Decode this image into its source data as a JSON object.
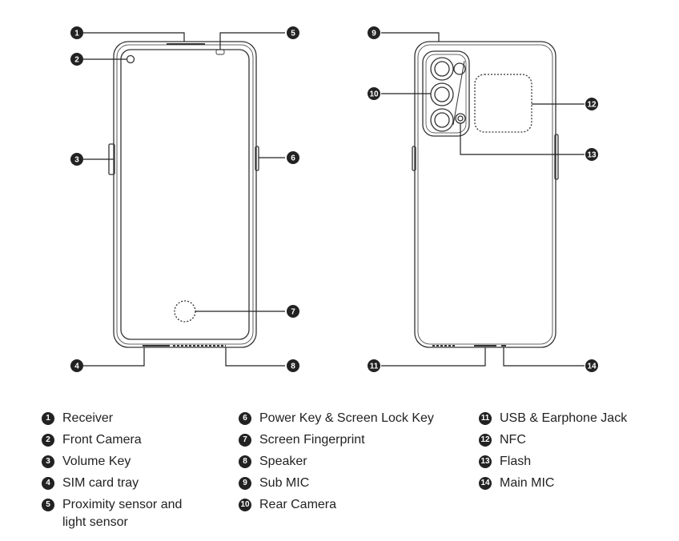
{
  "callouts": {
    "n1": "1",
    "n2": "2",
    "n3": "3",
    "n4": "4",
    "n5": "5",
    "n6": "6",
    "n7": "7",
    "n8": "8",
    "n9": "9",
    "n10": "10",
    "n11": "11",
    "n12": "12",
    "n13": "13",
    "n14": "14"
  },
  "legend": {
    "col1": [
      {
        "num": "1",
        "label": "Receiver"
      },
      {
        "num": "2",
        "label": "Front Camera"
      },
      {
        "num": "3",
        "label": "Volume Key"
      },
      {
        "num": "4",
        "label": "SIM card tray"
      },
      {
        "num": "5",
        "label": "Proximity sensor and\nlight sensor"
      }
    ],
    "col2": [
      {
        "num": "6",
        "label": "Power Key & Screen Lock Key"
      },
      {
        "num": "7",
        "label": "Screen Fingerprint"
      },
      {
        "num": "8",
        "label": "Speaker"
      },
      {
        "num": "9",
        "label": "Sub MIC"
      },
      {
        "num": "10",
        "label": "Rear Camera"
      }
    ],
    "col3": [
      {
        "num": "11",
        "label": "USB & Earphone Jack"
      },
      {
        "num": "12",
        "label": "NFC"
      },
      {
        "num": "13",
        "label": "Flash"
      },
      {
        "num": "14",
        "label": "Main MIC"
      }
    ]
  }
}
